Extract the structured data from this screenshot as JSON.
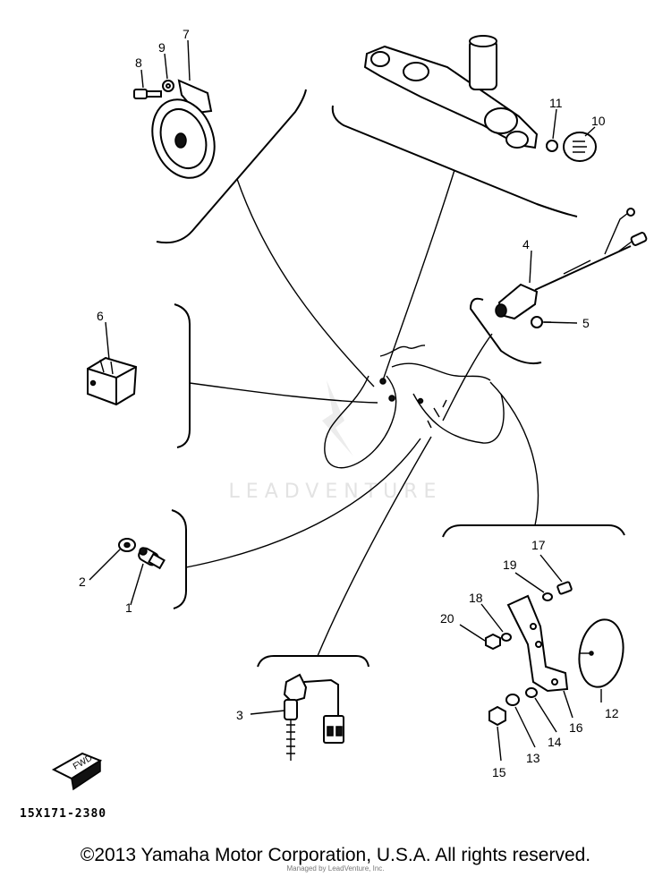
{
  "callouts": {
    "c1": "1",
    "c2": "2",
    "c3": "3",
    "c4": "4",
    "c5": "5",
    "c6": "6",
    "c7": "7",
    "c8": "8",
    "c9": "9",
    "c10": "10",
    "c11": "11",
    "c12": "12",
    "c13": "13",
    "c14": "14",
    "c15": "15",
    "c16": "16",
    "c17": "17",
    "c18": "18",
    "c19": "19",
    "c20": "20"
  },
  "fwd_label": "FWD",
  "watermark": "LEADVENTURE",
  "drawing_code": "15X171-2380",
  "copyright": "©2013 Yamaha Motor Corporation, U.S.A. All rights reserved.",
  "credit": "Managed by LeadVenture, Inc."
}
